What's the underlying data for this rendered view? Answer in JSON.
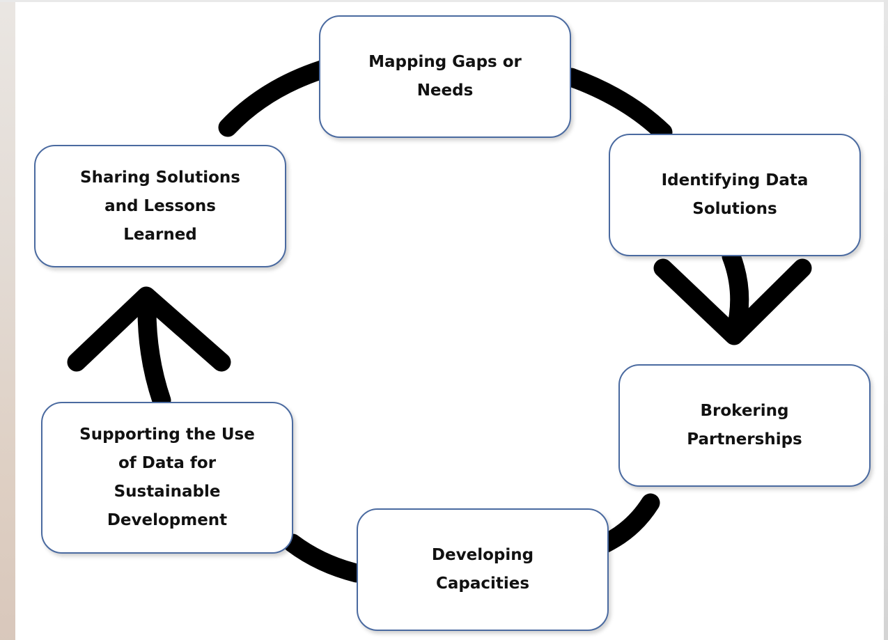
{
  "diagram": {
    "type": "cycle",
    "steps": [
      {
        "id": "mapping",
        "label": "Mapping Gaps or\nNeeds"
      },
      {
        "id": "identifying",
        "label": "Identifying Data\nSolutions"
      },
      {
        "id": "brokering",
        "label": "Brokering\nPartnerships"
      },
      {
        "id": "developing",
        "label": "Developing\nCapacities"
      },
      {
        "id": "supporting",
        "label": "Supporting the Use\nof Data for\nSustainable\nDevelopment"
      },
      {
        "id": "sharing",
        "label": "Sharing Solutions\nand Lessons\nLearned"
      }
    ],
    "colors": {
      "connector": "#000000",
      "box_border": "#4a6aa0",
      "box_fill": "#ffffff",
      "text": "#111111"
    }
  }
}
